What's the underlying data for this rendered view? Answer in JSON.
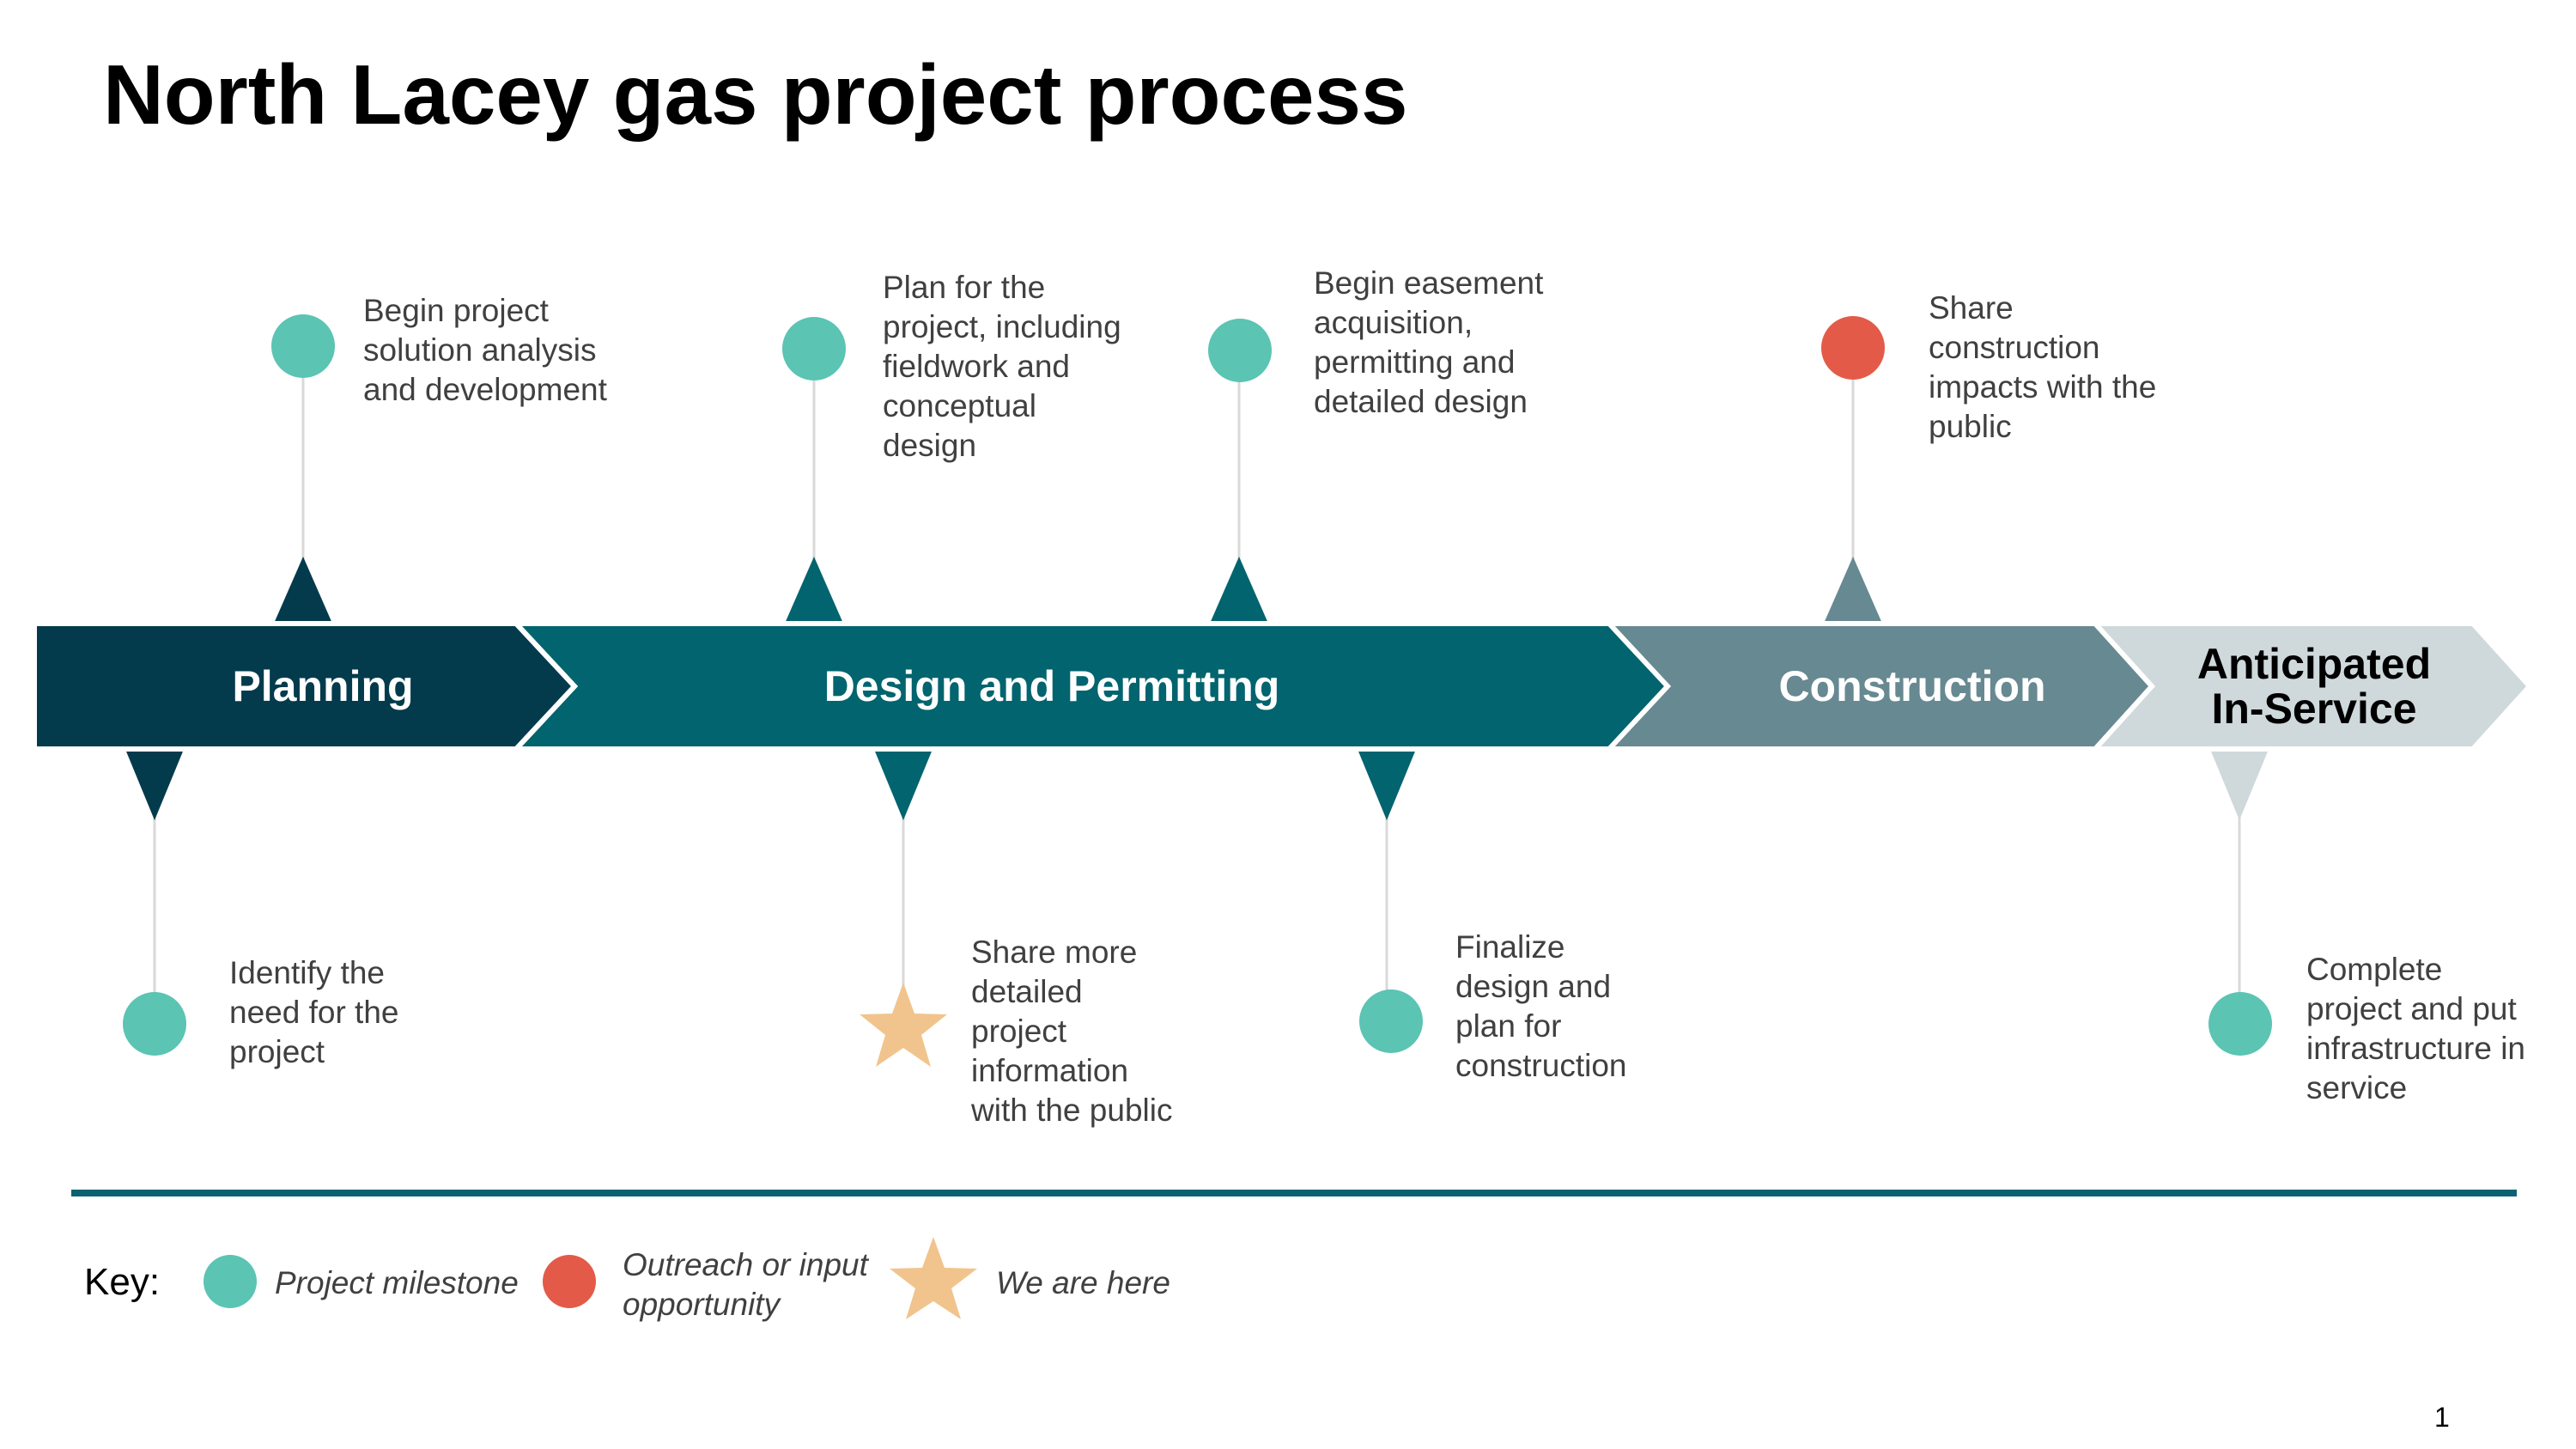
{
  "title": "North Lacey gas project process",
  "colors": {
    "planning": "#033b4d",
    "design": "#02646e",
    "construction": "#678991",
    "in_service": "#cfd9dc",
    "milestone": "#5bc4b3",
    "outreach": "#e35b48",
    "we_are_here": "#f1c48d",
    "rule": "#0b6271"
  },
  "stages": [
    {
      "label": "Planning"
    },
    {
      "label": "Design and Permitting"
    },
    {
      "label": "Construction"
    },
    {
      "label_line1": "Anticipated",
      "label_line2": "In-Service"
    }
  ],
  "milestones_top": [
    {
      "icon": "milestone-circle",
      "lines": [
        "Begin project",
        "solution analysis",
        "and development"
      ]
    },
    {
      "icon": "milestone-circle",
      "lines": [
        "Plan for the",
        "project, including",
        "fieldwork and",
        "conceptual",
        "design"
      ]
    },
    {
      "icon": "milestone-circle",
      "lines": [
        "Begin easement",
        "acquisition,",
        "permitting and",
        "detailed design"
      ]
    },
    {
      "icon": "outreach-circle",
      "lines": [
        "Share",
        "construction",
        "impacts with the",
        "public"
      ]
    }
  ],
  "milestones_bottom": [
    {
      "icon": "milestone-circle",
      "lines": [
        "Identify the",
        "need for the",
        "project"
      ]
    },
    {
      "icon": "star-icon",
      "lines": [
        "Share more",
        "detailed",
        "project",
        "information",
        "with the public"
      ]
    },
    {
      "icon": "milestone-circle",
      "lines": [
        "Finalize",
        "design and",
        "plan for",
        "construction"
      ]
    },
    {
      "icon": "milestone-circle",
      "lines": [
        "Complete",
        "project and put",
        "infrastructure in",
        "service"
      ]
    }
  ],
  "key": {
    "label": "Key:",
    "items": [
      {
        "icon": "milestone-circle",
        "text": "Project milestone"
      },
      {
        "icon": "outreach-circle",
        "lines": [
          "Outreach or input",
          "opportunity"
        ]
      },
      {
        "icon": "star-icon",
        "text": "We are here"
      }
    ]
  },
  "page_number": "1"
}
